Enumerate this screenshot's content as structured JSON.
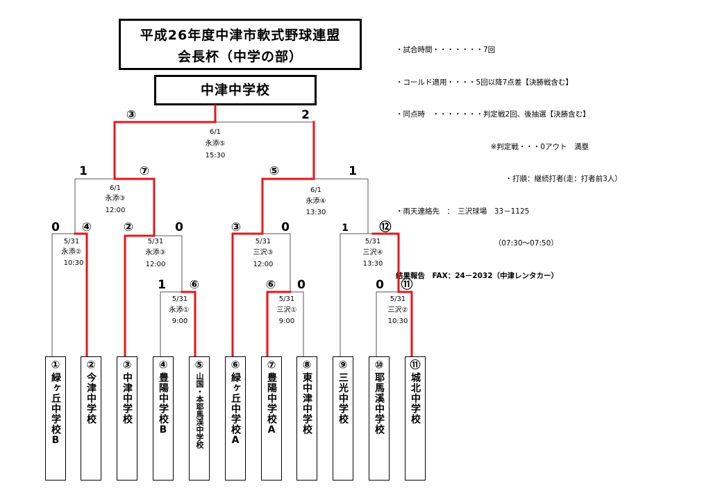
{
  "title_line1": "平成26年度中津市軟式野球連盟",
  "title_line2": "会長杯（中学の部）",
  "champion": "中津中学校",
  "rules": [
    {
      "text": "・試合時間・・・・・・・7回",
      "bold": false
    },
    {
      "text": "・コールド適用・・・・5回以降7点差【決勝戦含む】",
      "bold": false
    },
    {
      "text": "・同点時　・・・・・・・判定戦2回、後抽選【決勝含む】",
      "bold": false
    },
    {
      "text": "　　　　　　　　　　　　　※判定戦・・・0アウト　満塁",
      "bold": false
    },
    {
      "text": "　　　　　　　　　　　　　　　・打順：継続打者(走：打者前3人）",
      "bold": false
    },
    {
      "text": "・雨天連絡先　：　三沢球場　33－1125",
      "bold": false
    },
    {
      "text": "　　　　　　　　　　　　　　（07:30～07:50）",
      "bold": false
    },
    {
      "text": "結果報告　FAX：24－2032（中津レンタカー）",
      "bold": true
    }
  ],
  "teams": [
    {
      "num": "①",
      "name": "緑ヶ丘中学校B"
    },
    {
      "num": "②",
      "name": "今津中学校"
    },
    {
      "num": "③",
      "name": "中津中学校"
    },
    {
      "num": "④",
      "name": "豊陽中学校B"
    },
    {
      "num": "⑤",
      "name": "山国・本耶馬渓中学校"
    },
    {
      "num": "⑥",
      "name": "緑ヶ丘中学校A"
    },
    {
      "num": "⑦",
      "name": "豊陽中学校A"
    },
    {
      "num": "⑧",
      "name": "東中津中学校"
    },
    {
      "num": "⑨",
      "name": "三光中学校"
    },
    {
      "num": "⑩",
      "name": "耶馬溪中学校"
    },
    {
      "num": "⑪",
      "name": "城北中学校"
    }
  ],
  "matches": {
    "m1": {
      "date": "5/31",
      "venue": "永添②",
      "time": "10:30",
      "score_left": "0",
      "score_right": "④"
    },
    "m2": {
      "date": "5/31",
      "venue": "永添①",
      "time": "9:00",
      "score_left": "1",
      "score_right": "⑥"
    },
    "m3": {
      "date": "5/31",
      "venue": "永添③",
      "time": "12:00",
      "score_left": "②",
      "score_right": "0"
    },
    "m4": {
      "date": "5/31",
      "venue": "三沢①",
      "time": "9:00",
      "score_left": "⑥",
      "score_right": "0"
    },
    "m5": {
      "date": "5/31",
      "venue": "三沢③",
      "time": "12:00",
      "score_left": "③",
      "score_right": "0"
    },
    "m6": {
      "date": "5/31",
      "venue": "三沢②",
      "time": "10:30",
      "score_left": "0",
      "score_right": "⑪"
    },
    "m7": {
      "date": "5/31",
      "venue": "三沢④",
      "time": "13:30",
      "score_left": "1",
      "score_right": "⑫"
    },
    "m8": {
      "date": "6/1",
      "venue": "永添③",
      "time": "12:00",
      "score_left": "1",
      "score_right": "⑦"
    },
    "m9": {
      "date": "6/1",
      "venue": "永添④",
      "time": "13:30",
      "score_left": "⑤",
      "score_right": "1"
    },
    "m10": {
      "date": "6/1",
      "venue": "永添⑤",
      "time": "15:30",
      "score_left": "③",
      "score_right": "2"
    }
  },
  "colors": {
    "winner_line": "#e8141b",
    "loser_line": "#555555"
  }
}
